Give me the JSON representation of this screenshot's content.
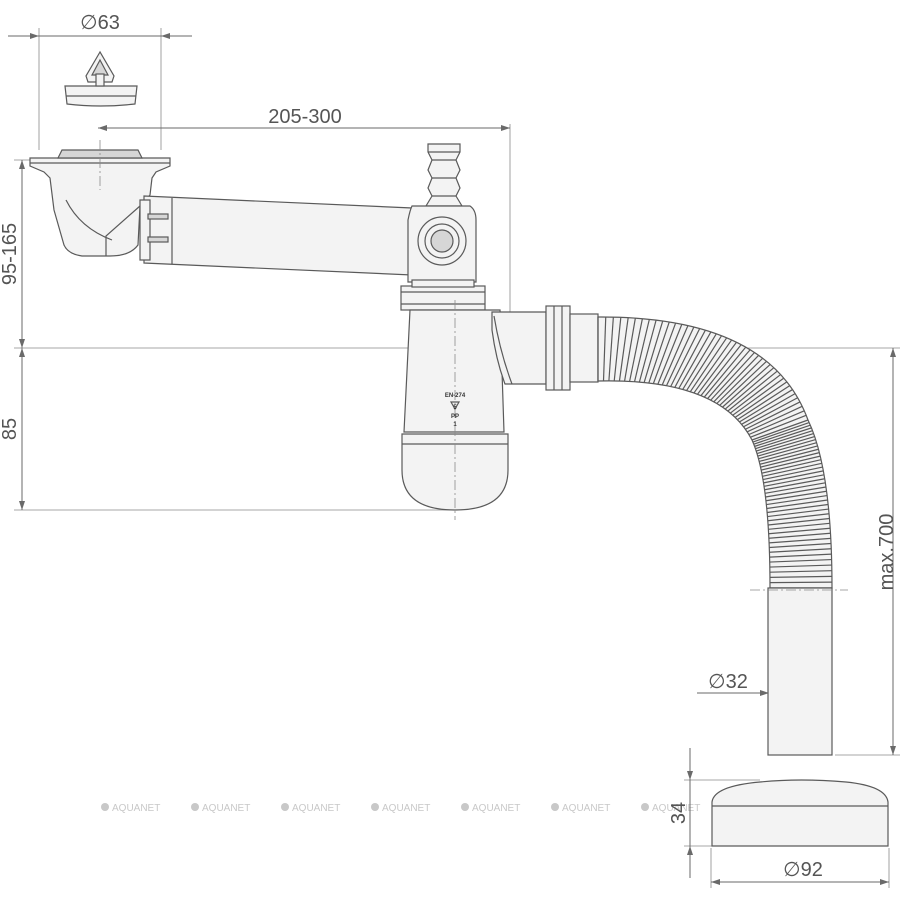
{
  "dimensions": {
    "strainer_diameter": "∅63",
    "outlet_spacing": "205-300",
    "strainer_height": "95-165",
    "trap_height": "85",
    "hose_length": "max.700",
    "pipe_diameter": "∅32",
    "cap_height": "34",
    "cap_diameter": "∅92"
  },
  "markings": {
    "standard": "EN-274",
    "material": "PP",
    "recycle_code": "5",
    "line": "1"
  },
  "watermark": {
    "label": "AQUANET",
    "repeat": 8
  },
  "colors": {
    "line": "#5a5a5a",
    "fill": "#f3f3f3",
    "text": "#555555"
  }
}
